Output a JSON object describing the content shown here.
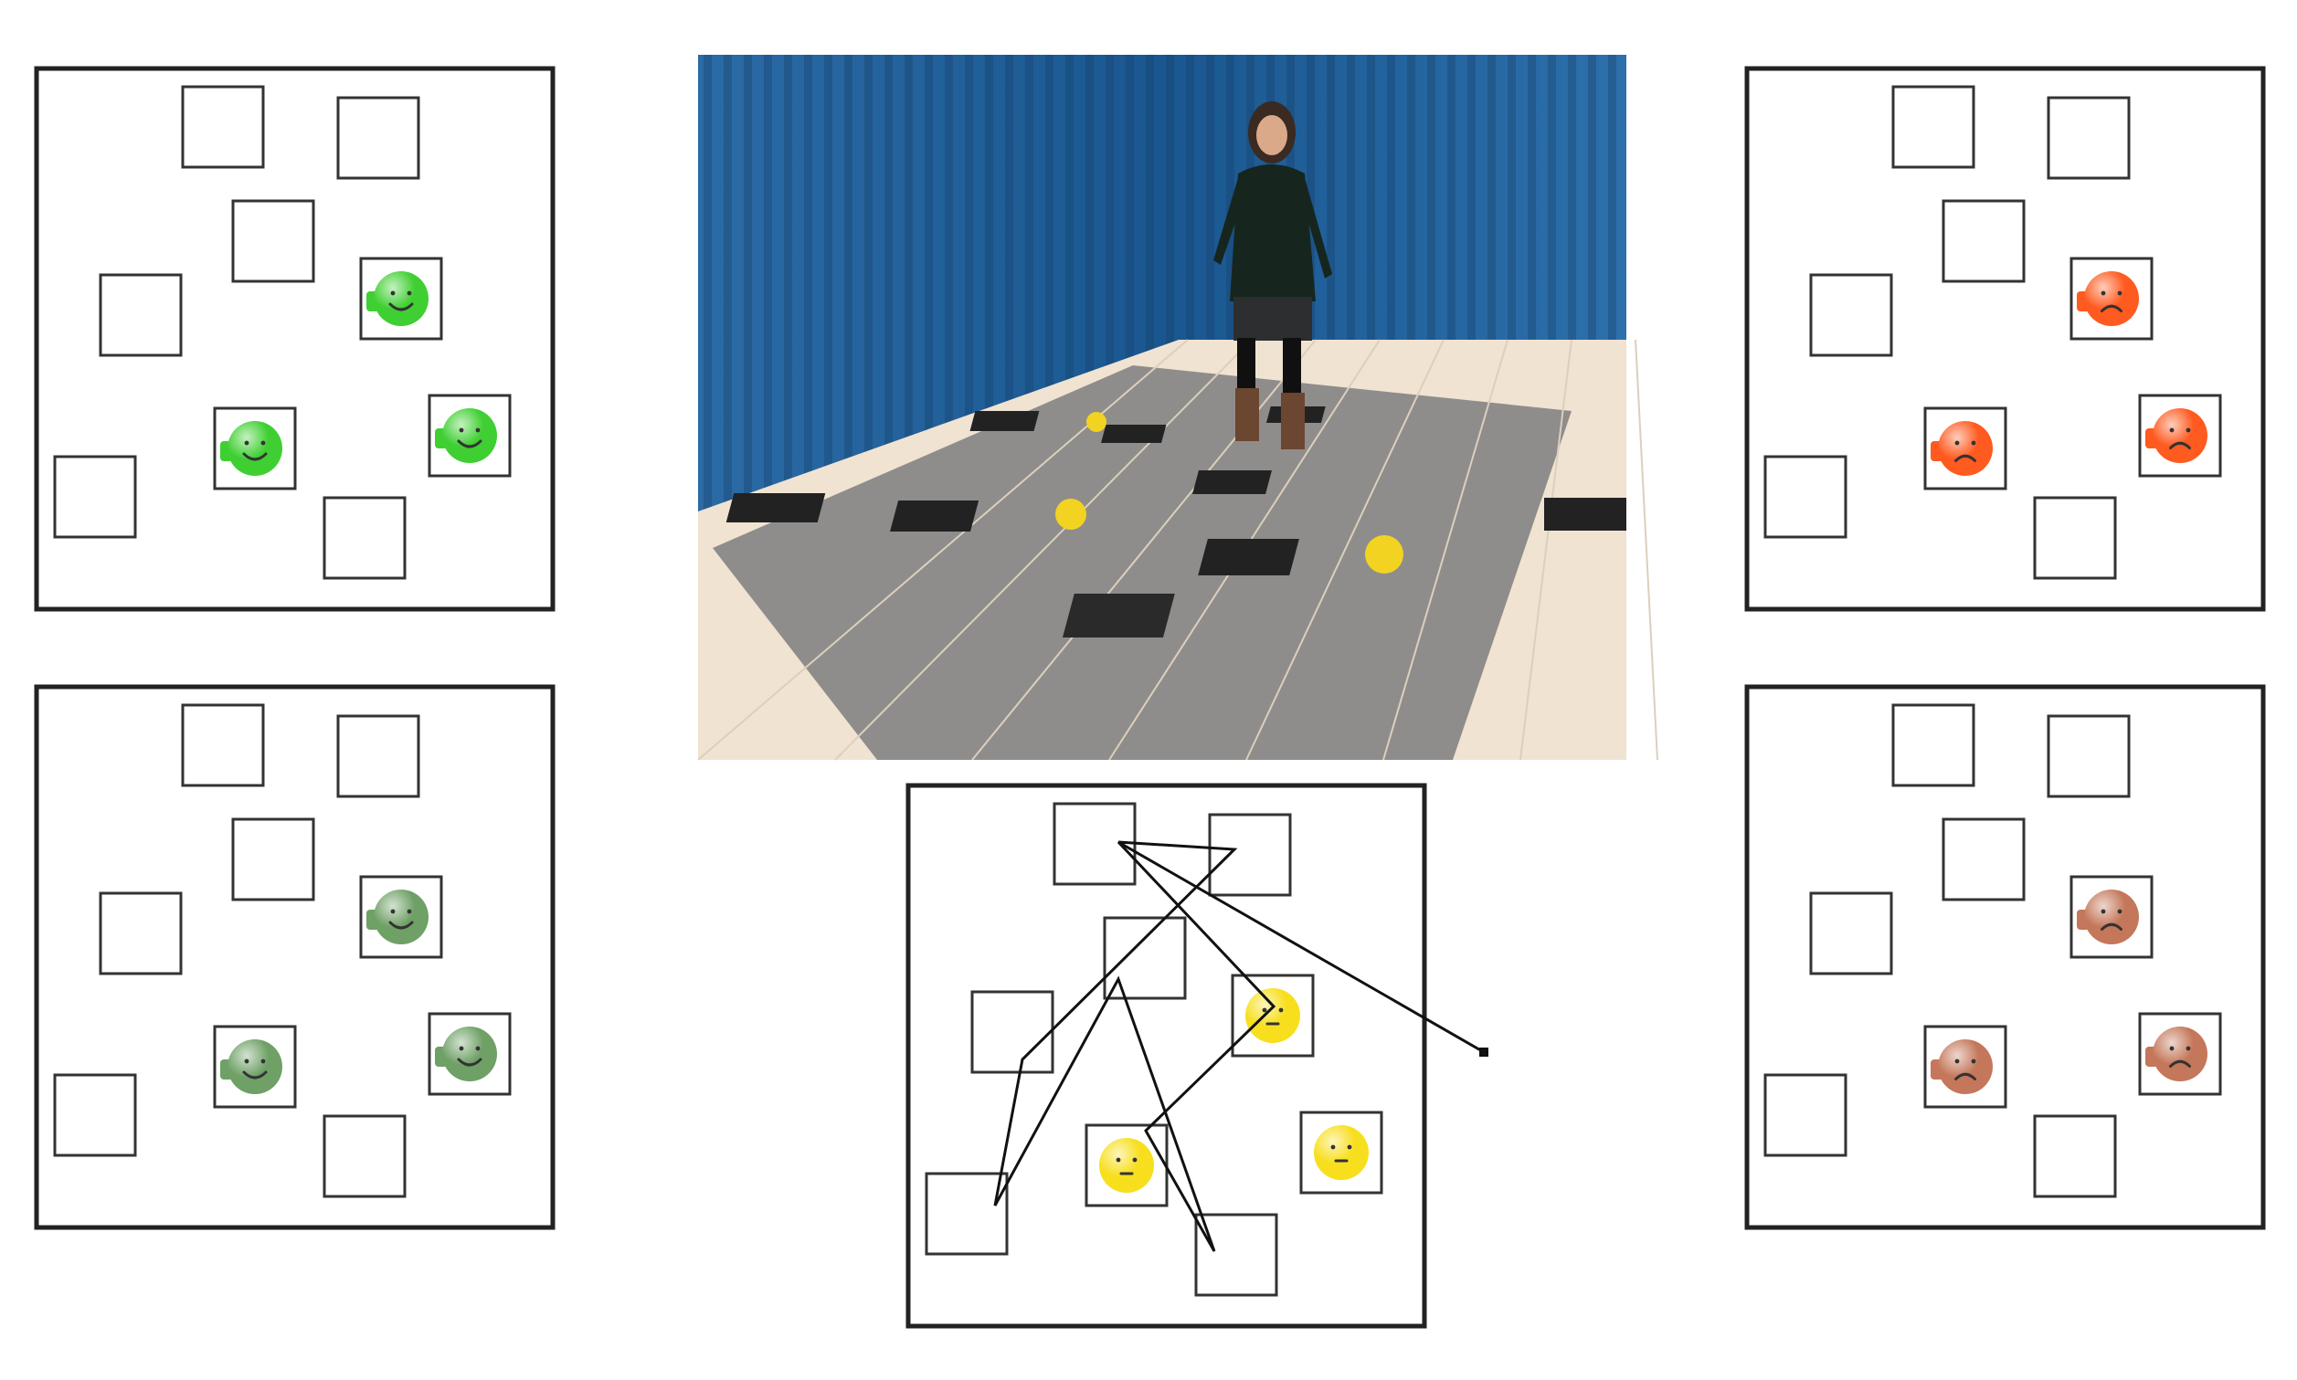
{
  "panels": [
    {
      "name": "panel-top-left",
      "tiles": 9,
      "faces": [
        {
          "tile": 3,
          "mood": "happy"
        },
        {
          "tile": 6,
          "mood": "happy"
        },
        {
          "tile": 5,
          "mood": "happy"
        }
      ],
      "palette": "green-bright"
    },
    {
      "name": "panel-bottom-left",
      "tiles": 9,
      "faces": [
        {
          "tile": 3,
          "mood": "happy"
        },
        {
          "tile": 6,
          "mood": "happy"
        },
        {
          "tile": 5,
          "mood": "happy"
        }
      ],
      "palette": "green-muted"
    },
    {
      "name": "panel-top-right",
      "tiles": 9,
      "faces": [
        {
          "tile": 3,
          "mood": "sad"
        },
        {
          "tile": 6,
          "mood": "sad"
        },
        {
          "tile": 5,
          "mood": "sad"
        }
      ],
      "palette": "red-bright"
    },
    {
      "name": "panel-bottom-right",
      "tiles": 9,
      "faces": [
        {
          "tile": 3,
          "mood": "sad"
        },
        {
          "tile": 6,
          "mood": "sad"
        },
        {
          "tile": 5,
          "mood": "sad"
        }
      ],
      "palette": "red-muted"
    },
    {
      "name": "panel-bottom-center",
      "tiles": 9,
      "faces": [
        {
          "tile": 3,
          "mood": "neutral"
        },
        {
          "tile": 6,
          "mood": "neutral"
        },
        {
          "tile": 5,
          "mood": "neutral"
        }
      ],
      "palette": "yellow",
      "path": true
    }
  ],
  "colors": {
    "green-bright": "#3fcf32",
    "green-muted": "#6fa066",
    "red-bright": "#ff5a1f",
    "red-muted": "#c4775a",
    "yellow": "#f7df1e",
    "curtain": "#1f5f9a",
    "carpet": "#8e8c8a",
    "floor": "#efe3d2"
  },
  "icons": {
    "happy": "happy-face-icon",
    "sad": "sad-face-icon",
    "neutral": "neutral-face-icon"
  }
}
